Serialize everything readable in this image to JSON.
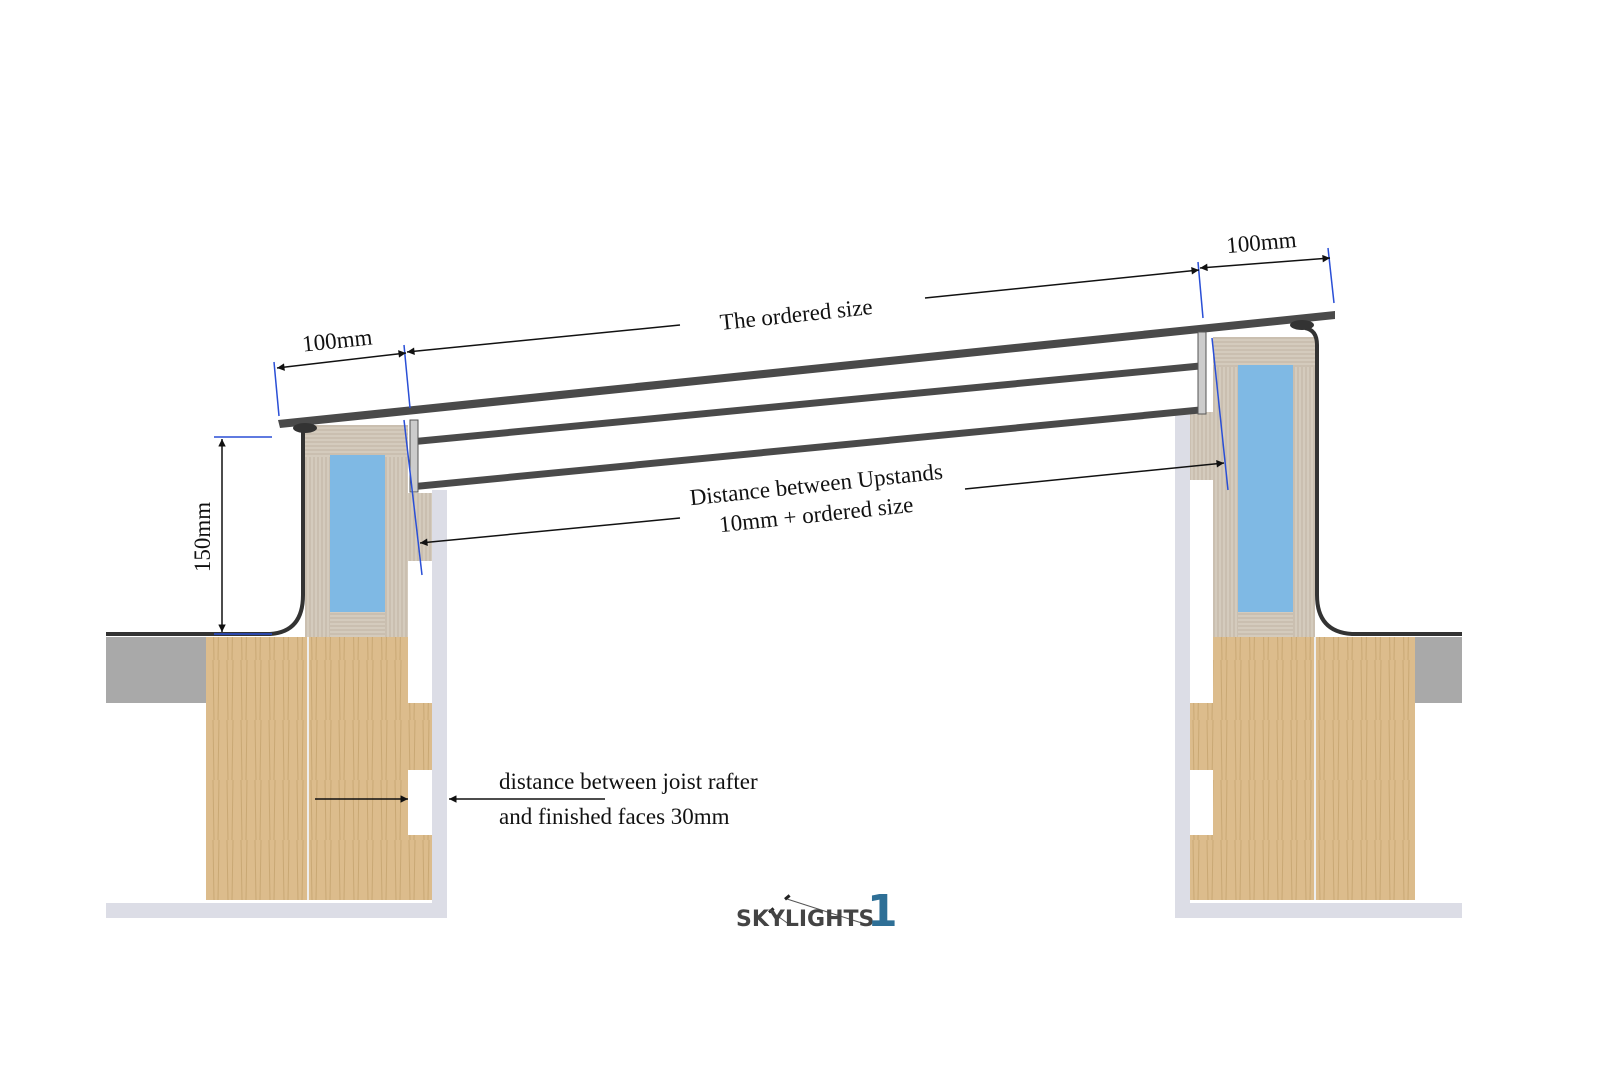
{
  "labels": {
    "ordered_size": "The ordered size",
    "width_left": "100mm",
    "width_right": "100mm",
    "upstand_height": "150mm",
    "between_upstands_1": "Distance between Upstands",
    "between_upstands_2": "10mm + ordered size",
    "joist_1": "distance between joist rafter",
    "joist_2": "and finished faces 30mm"
  },
  "logo": {
    "text": "SKYLIGHTS",
    "numeral": "1"
  },
  "colors": {
    "timber": "#d9b98a",
    "insulation": "#7fb9e4",
    "upstand": "#cfc6b8",
    "concrete": "#a9a9a9",
    "finish": "#dcdde6",
    "glass_frame": "#4a4a4a",
    "dimension_blue": "#2a4fd6",
    "logo_blue": "#2e6f96"
  }
}
